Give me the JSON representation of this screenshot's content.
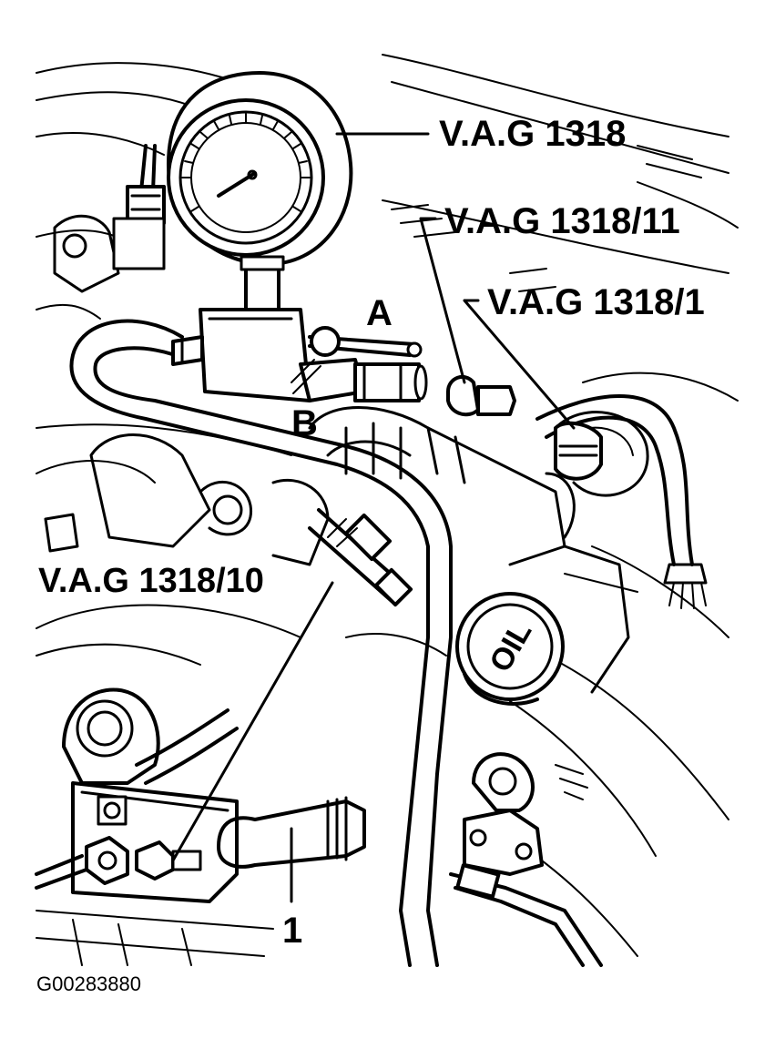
{
  "callouts": {
    "gauge": "V.A.G 1318",
    "adapter_11": "V.A.G 1318/11",
    "hose_1": "V.A.G 1318/1",
    "adapter_10": "V.A.G 1318/10",
    "valve_a": "A",
    "valve_b": "B",
    "part_1": "1"
  },
  "oil_cap_text": "OIL",
  "figure_id": "G00283880",
  "colors": {
    "ink": "#000000",
    "paper": "#ffffff"
  }
}
